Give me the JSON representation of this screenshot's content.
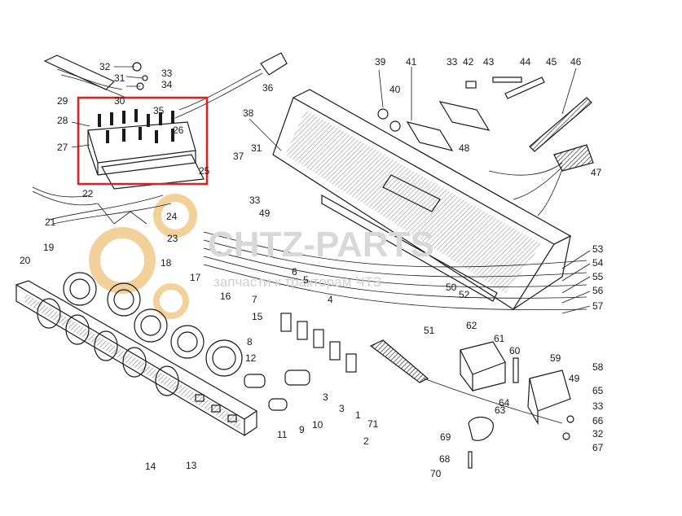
{
  "watermark": {
    "brand": "CHTZ-PARTS",
    "tagline": "запчасти к тракторам ЧТЗ",
    "gear_color": "#f2c98a"
  },
  "highlight": {
    "color": "#e02020",
    "label": "selected-assembly"
  },
  "callouts": [
    {
      "id": "c29",
      "text": "29"
    },
    {
      "id": "c30",
      "text": "30"
    },
    {
      "id": "c32",
      "text": "32"
    },
    {
      "id": "c31a",
      "text": "31"
    },
    {
      "id": "c33a",
      "text": "33"
    },
    {
      "id": "c34",
      "text": "34"
    },
    {
      "id": "c35",
      "text": "35"
    },
    {
      "id": "c36",
      "text": "36"
    },
    {
      "id": "c28",
      "text": "28"
    },
    {
      "id": "c26a",
      "text": "26"
    },
    {
      "id": "c27",
      "text": "27"
    },
    {
      "id": "c25",
      "text": "25"
    },
    {
      "id": "c22",
      "text": "22"
    },
    {
      "id": "c21",
      "text": "21"
    },
    {
      "id": "c24",
      "text": "24"
    },
    {
      "id": "c23",
      "text": "23"
    },
    {
      "id": "c19",
      "text": "19"
    },
    {
      "id": "c20",
      "text": "20"
    },
    {
      "id": "c18",
      "text": "18"
    },
    {
      "id": "c17",
      "text": "17"
    },
    {
      "id": "c16",
      "text": "16"
    },
    {
      "id": "c15",
      "text": "15"
    },
    {
      "id": "c12",
      "text": "12"
    },
    {
      "id": "c8",
      "text": "8"
    },
    {
      "id": "c7",
      "text": "7"
    },
    {
      "id": "c6",
      "text": "6"
    },
    {
      "id": "c5",
      "text": "5"
    },
    {
      "id": "c4",
      "text": "4"
    },
    {
      "id": "c3a",
      "text": "3"
    },
    {
      "id": "c3b",
      "text": "3"
    },
    {
      "id": "c9",
      "text": "9"
    },
    {
      "id": "c10",
      "text": "10"
    },
    {
      "id": "c11",
      "text": "11"
    },
    {
      "id": "c13",
      "text": "13"
    },
    {
      "id": "c14",
      "text": "14"
    },
    {
      "id": "c1",
      "text": "1"
    },
    {
      "id": "c2",
      "text": "2"
    },
    {
      "id": "c71",
      "text": "71"
    },
    {
      "id": "c51",
      "text": "51"
    },
    {
      "id": "c50",
      "text": "50"
    },
    {
      "id": "c52",
      "text": "52"
    },
    {
      "id": "c37",
      "text": "37"
    },
    {
      "id": "c31b",
      "text": "31"
    },
    {
      "id": "c33b",
      "text": "33"
    },
    {
      "id": "c49a",
      "text": "49"
    },
    {
      "id": "c38",
      "text": "38"
    },
    {
      "id": "c39",
      "text": "39"
    },
    {
      "id": "c40",
      "text": "40"
    },
    {
      "id": "c41",
      "text": "41"
    },
    {
      "id": "c33c",
      "text": "33"
    },
    {
      "id": "c42",
      "text": "42"
    },
    {
      "id": "c43",
      "text": "43"
    },
    {
      "id": "c44",
      "text": "44"
    },
    {
      "id": "c45",
      "text": "45"
    },
    {
      "id": "c46",
      "text": "46"
    },
    {
      "id": "c48",
      "text": "48"
    },
    {
      "id": "c47",
      "text": "47"
    },
    {
      "id": "c53",
      "text": "53"
    },
    {
      "id": "c54",
      "text": "54"
    },
    {
      "id": "c55",
      "text": "55"
    },
    {
      "id": "c56",
      "text": "56"
    },
    {
      "id": "c57",
      "text": "57"
    },
    {
      "id": "c62",
      "text": "62"
    },
    {
      "id": "c61",
      "text": "61"
    },
    {
      "id": "c60",
      "text": "60"
    },
    {
      "id": "c59",
      "text": "59"
    },
    {
      "id": "c58",
      "text": "58"
    },
    {
      "id": "c49b",
      "text": "49"
    },
    {
      "id": "c65",
      "text": "65"
    },
    {
      "id": "c64",
      "text": "64"
    },
    {
      "id": "c63",
      "text": "63"
    },
    {
      "id": "c33d",
      "text": "33"
    },
    {
      "id": "c66",
      "text": "66"
    },
    {
      "id": "c32b",
      "text": "32"
    },
    {
      "id": "c67",
      "text": "67"
    },
    {
      "id": "c69",
      "text": "69"
    },
    {
      "id": "c68",
      "text": "68"
    },
    {
      "id": "c70",
      "text": "70"
    }
  ]
}
